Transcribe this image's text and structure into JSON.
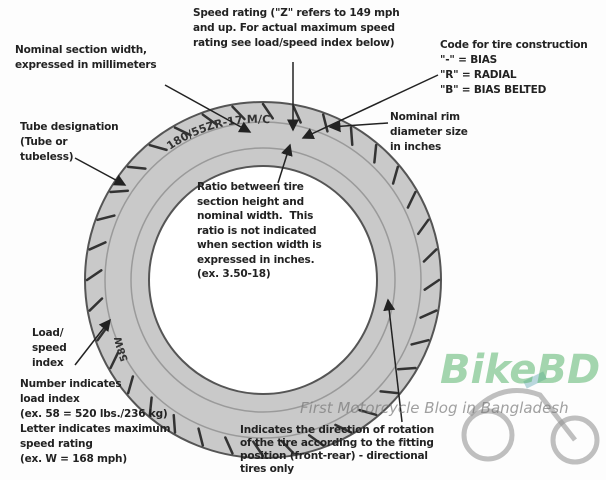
{
  "tire_marking": "180/55ZR-17 M/C",
  "load_marking": "58W",
  "labels": {
    "speed_rating": "Speed rating (\"Z\" refers to 149 mph\nand up. For actual maximum speed\nrating see load/speed index below)",
    "section_width": "Nominal section width,\nexpressed in millimeters",
    "construction": "Code for tire construction\n\"-\" = BIAS\n\"R\" = RADIAL\n\"B\" = BIAS BELTED",
    "tube": "Tube designation\n(Tube or\ntubeless)",
    "rim": "Nominal rim\ndiameter size\nin inches",
    "ratio": "Ratio between tire\nsection height and\nnominal width.  This\nratio is not indicated\nwhen section width is\nexpressed in inches.\n(ex. 3.50-18)",
    "load_speed": "Load/\nspeed\nindex",
    "load_detail": "Number indicates\nload index\n(ex. 58 = 520 lbs./236 kg)\nLetter indicates maximum\nspeed rating\n(ex. W = 168 mph)",
    "direction": "Indicates the direction of rotation\nof the tire according to the fitting\nposition (front-rear) - directional\ntires only"
  },
  "watermark": {
    "brand": "BikeBD",
    "tagline": "First Motorcycle Blog in Bangladesh"
  }
}
